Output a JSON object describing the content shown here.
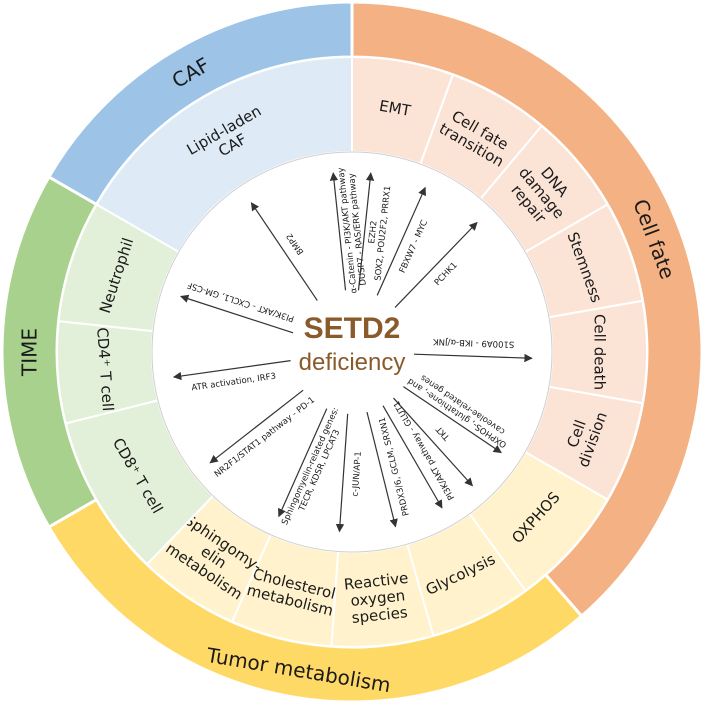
{
  "center": {
    "title": "SETD2",
    "subtitle": "deficiency",
    "color": "#8a5a2b"
  },
  "categories": [
    {
      "key": "caf",
      "label": "CAF",
      "color": "#9dc3e6",
      "start": -60,
      "end": 0
    },
    {
      "key": "cell_fate",
      "label": "Cell fate",
      "color": "#f4b183",
      "start": 0,
      "end": 139
    },
    {
      "key": "tumor_metabolism",
      "label": "Tumor metabolism",
      "color": "#ffd966",
      "start": 139,
      "end": 240
    },
    {
      "key": "time",
      "label": "TIME",
      "color": "#a9d18e",
      "start": 240,
      "end": 300
    }
  ],
  "sectors": [
    {
      "lines": [
        "Lipid-laden",
        "CAF"
      ],
      "fill": "#deebf7",
      "start": -60,
      "end": 0
    },
    {
      "lines": [
        "EMT"
      ],
      "fill": "#fbe3d6",
      "start": 0,
      "end": 20
    },
    {
      "lines": [
        "Cell fate",
        "transition"
      ],
      "fill": "#fbe3d6",
      "start": 20,
      "end": 40
    },
    {
      "lines": [
        "DNA",
        "damage",
        "repair"
      ],
      "fill": "#fbe3d6",
      "start": 40,
      "end": 60
    },
    {
      "lines": [
        "Stemness"
      ],
      "fill": "#fbe3d6",
      "start": 60,
      "end": 80
    },
    {
      "lines": [
        "Cell death"
      ],
      "fill": "#fbe3d6",
      "start": 80,
      "end": 100
    },
    {
      "lines": [
        "Cell",
        "division"
      ],
      "fill": "#fbe3d6",
      "start": 100,
      "end": 120
    },
    {
      "lines": [
        "OXPHOS"
      ],
      "fill": "#fff2cc",
      "start": 120,
      "end": 144
    },
    {
      "lines": [
        "Glycolysis"
      ],
      "fill": "#fff2cc",
      "start": 144,
      "end": 164
    },
    {
      "lines": [
        "Reactive",
        "oxygen",
        "species"
      ],
      "fill": "#fff2cc",
      "start": 164,
      "end": 184
    },
    {
      "lines": [
        "Cholesterol",
        "metabolism"
      ],
      "fill": "#fff2cc",
      "start": 184,
      "end": 204
    },
    {
      "lines": [
        "Sphingomy-",
        "elin",
        "metabolism"
      ],
      "fill": "#fff2cc",
      "start": 204,
      "end": 224
    },
    {
      "lines": [
        "CD8⁺ T cell"
      ],
      "fill": "#e2efd9",
      "start": 224,
      "end": 256
    },
    {
      "lines": [
        "CD4⁺ T cell"
      ],
      "fill": "#e2efd9",
      "start": 256,
      "end": 276
    },
    {
      "lines": [
        "Neutrophil"
      ],
      "fill": "#e2efd9",
      "start": 276,
      "end": 300
    }
  ],
  "pathways": [
    {
      "lines": [
        "BMP2"
      ]
    },
    {
      "lines": [
        "α-Catenin - PI3K/AKT pathway",
        "DUSP7 - RAS/ERK pathway"
      ]
    },
    {
      "lines": [
        "EZH2",
        "SOX2, POU2F2, PRRX1"
      ]
    },
    {
      "lines": [
        "FBXW7 - MYC"
      ]
    },
    {
      "lines": [
        "PCHK1"
      ]
    },
    {
      "lines": [
        "S100A9 - IKB-α/JNK"
      ]
    },
    {
      "lines": [
        "OXPHOS-, glutathione-, and",
        "caveolae-related genes"
      ]
    },
    {
      "lines": [
        "TKT"
      ]
    },
    {
      "lines": [
        "PI3K/AKT pathway - GLUT1"
      ]
    },
    {
      "lines": [
        "PRDX3/6, GCLM, SRXN1"
      ]
    },
    {
      "lines": [
        "c-JUN/AP-1"
      ]
    },
    {
      "lines": [
        "Sphingomyelin-related genes:",
        "TECR, KDSR, LPCAT3"
      ]
    },
    {
      "lines": [
        "NR2F1/STAT1 pathway - PD-1"
      ]
    },
    {
      "lines": [
        "ATR activation, IRF3"
      ]
    },
    {
      "lines": [
        "PI3K/AKT - CXCL1, GM-CSF"
      ]
    }
  ],
  "colors": {
    "arrow": "#333333",
    "divider": "#ffffff",
    "center_fill": "#ffffff"
  }
}
